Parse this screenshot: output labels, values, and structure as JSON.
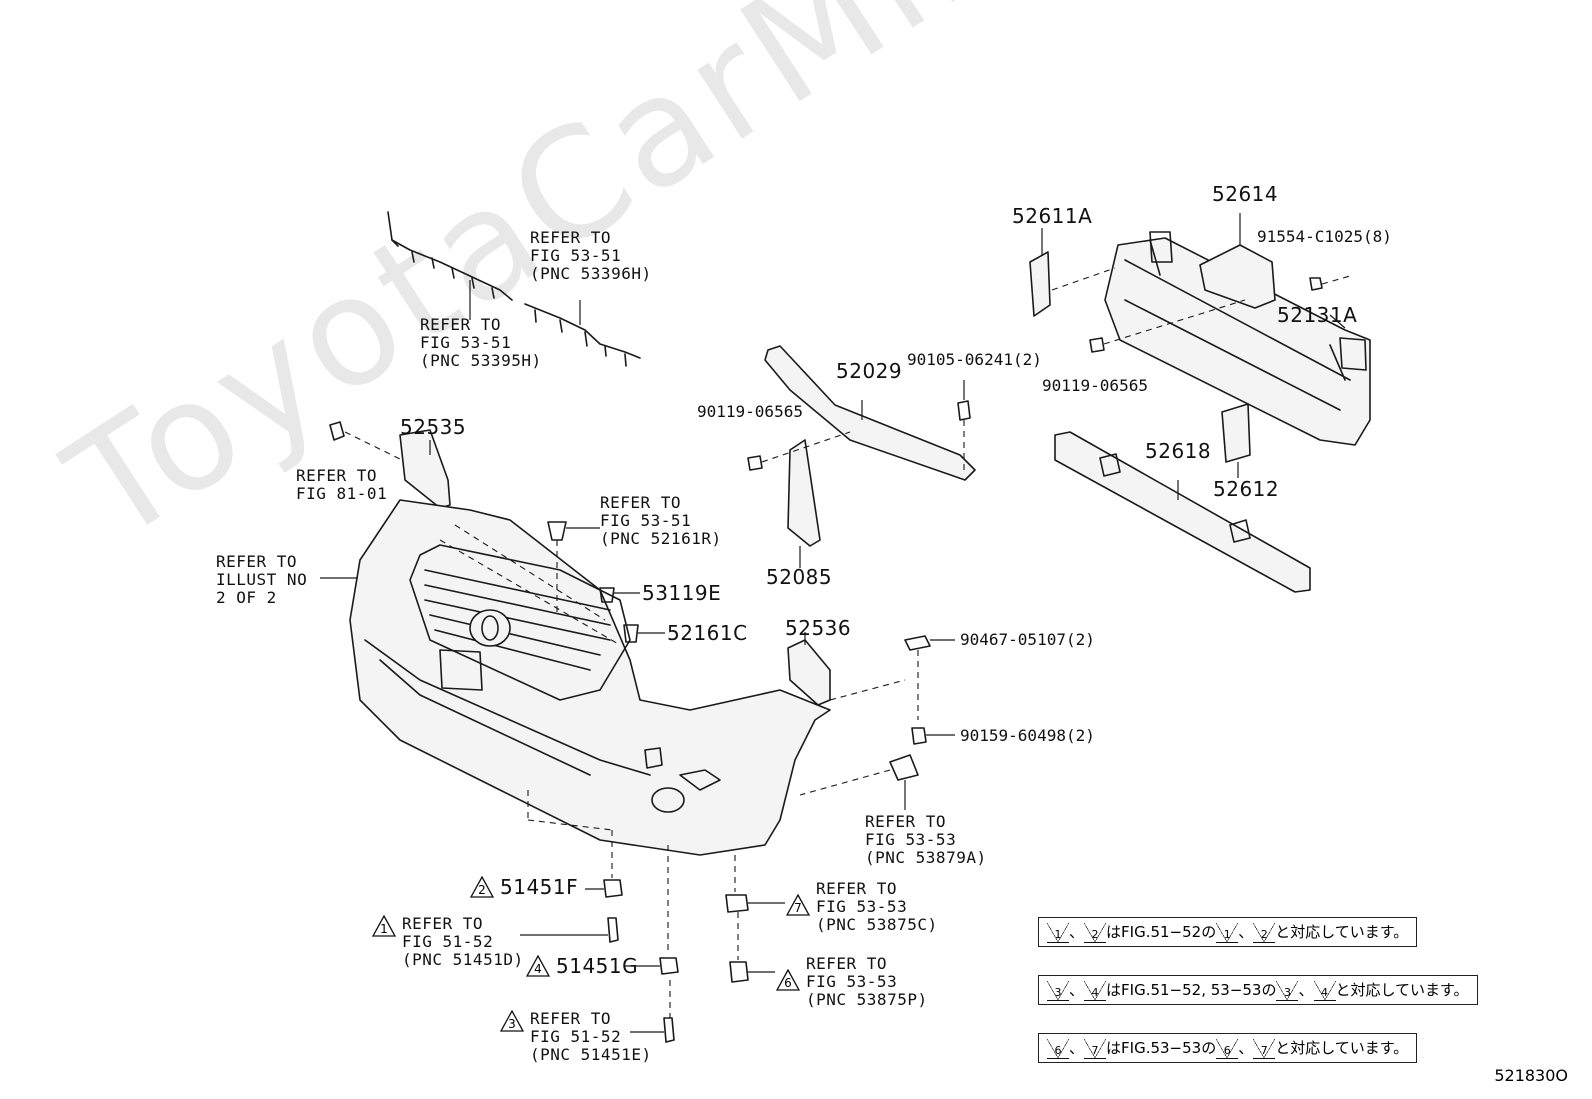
{
  "watermark": "ToyotaCarMine.ru",
  "figure_code": "521830O",
  "labels": {
    "p52611A": "52611A",
    "p52614": "52614",
    "p91554": "91554-C1025(8)",
    "p52131A": "52131A",
    "p90119a": "90119-06565",
    "p52029": "52029",
    "p90105": "90105-06241(2)",
    "p90119b": "90119-06565",
    "p52618": "52618",
    "p52612": "52612",
    "p52085": "52085",
    "p52535": "52535",
    "p53119E": "53119E",
    "p52161C": "52161C",
    "p52536": "52536",
    "p90467": "90467-05107(2)",
    "p90159": "90159-60498(2)",
    "p51451F": "51451F",
    "p51451G": "51451G"
  },
  "refs": {
    "r53396H": "REFER TO\nFIG 53-51\n(PNC 53396H)",
    "r53395H": "REFER TO\nFIG 53-51\n(PNC 53395H)",
    "r8101": "REFER TO\nFIG 81-01",
    "r52161R": "REFER TO\nFIG 53-51\n(PNC 52161R)",
    "rIllust": "REFER TO\nILLUST NO\n2 OF 2",
    "r53879A": "REFER TO\nFIG 53-53\n(PNC 53879A)",
    "r51451D": "REFER TO\nFIG 51-52\n(PNC 51451D)",
    "r53875C": "REFER TO\nFIG 53-53\n(PNC 53875C)",
    "r53875P": "REFER TO\nFIG 53-53\n(PNC 53875P)",
    "r51451E": "REFER TO\nFIG 51-52\n(PNC 51451E)"
  },
  "markers": {
    "m1": "1",
    "m2": "2",
    "m3": "3",
    "m4": "4",
    "m6": "6",
    "m7": "7"
  },
  "legend": [
    {
      "a": "1",
      "b": "2",
      "text_mid": "はFIG.51−52の",
      "c": "1",
      "d": "2",
      "text_end": "と対応しています。"
    },
    {
      "a": "3",
      "b": "4",
      "text_mid": "はFIG.51−52, 53−53の",
      "c": "3",
      "d": "4",
      "text_end": "と対応しています。"
    },
    {
      "a": "6",
      "b": "7",
      "text_mid": "はFIG.53−53の",
      "c": "6",
      "d": "7",
      "text_end": "と対応しています。"
    }
  ]
}
